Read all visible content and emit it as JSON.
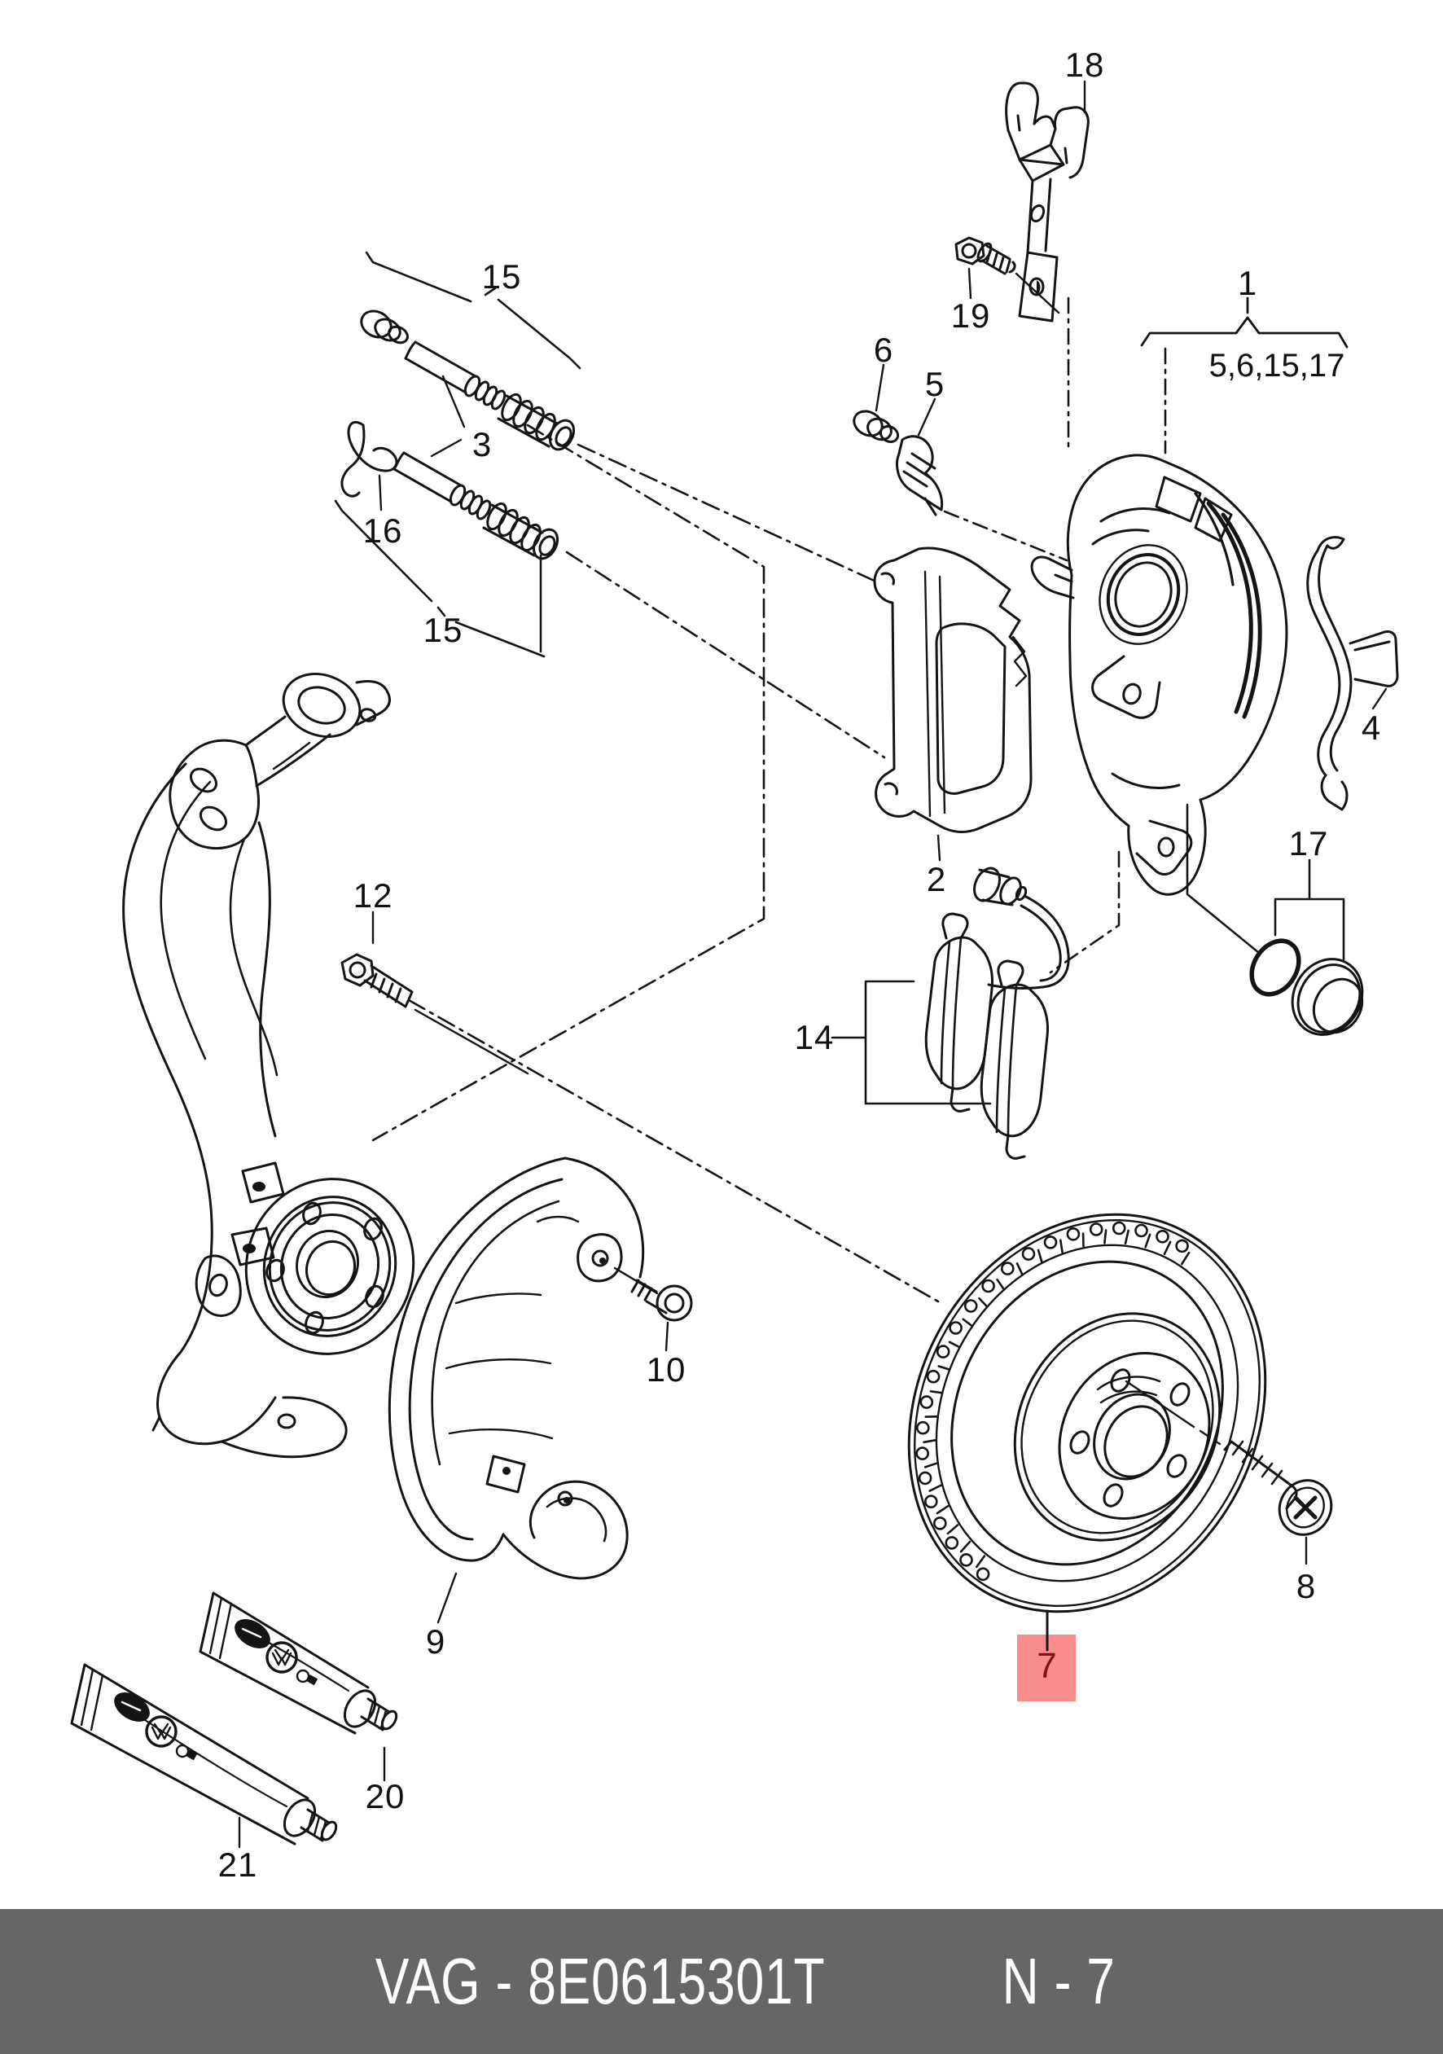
{
  "footer": {
    "catalog_code": "VAG - 8E0615301T",
    "page_code": "N - 7",
    "bg_color": "#666666",
    "text_color": "#ffffff"
  },
  "highlight": {
    "part": "7",
    "box_color": "#f98b8b",
    "text_color": "#7d1316"
  },
  "callouts": [
    {
      "id": "18",
      "label": "18"
    },
    {
      "id": "19",
      "label": "19"
    },
    {
      "id": "6",
      "label": "6"
    },
    {
      "id": "5",
      "label": "5"
    },
    {
      "id": "1",
      "label": "1"
    },
    {
      "id": "group-1",
      "label": "5,6,15,17"
    },
    {
      "id": "15-upper",
      "label": "15"
    },
    {
      "id": "3",
      "label": "3"
    },
    {
      "id": "16",
      "label": "16"
    },
    {
      "id": "15-lower",
      "label": "15"
    },
    {
      "id": "2",
      "label": "2"
    },
    {
      "id": "12",
      "label": "12"
    },
    {
      "id": "17",
      "label": "17"
    },
    {
      "id": "4",
      "label": "4"
    },
    {
      "id": "14",
      "label": "14"
    },
    {
      "id": "10",
      "label": "10"
    },
    {
      "id": "9",
      "label": "9"
    },
    {
      "id": "8",
      "label": "8"
    },
    {
      "id": "7",
      "label": "7"
    },
    {
      "id": "20",
      "label": "20"
    },
    {
      "id": "21",
      "label": "21"
    }
  ]
}
